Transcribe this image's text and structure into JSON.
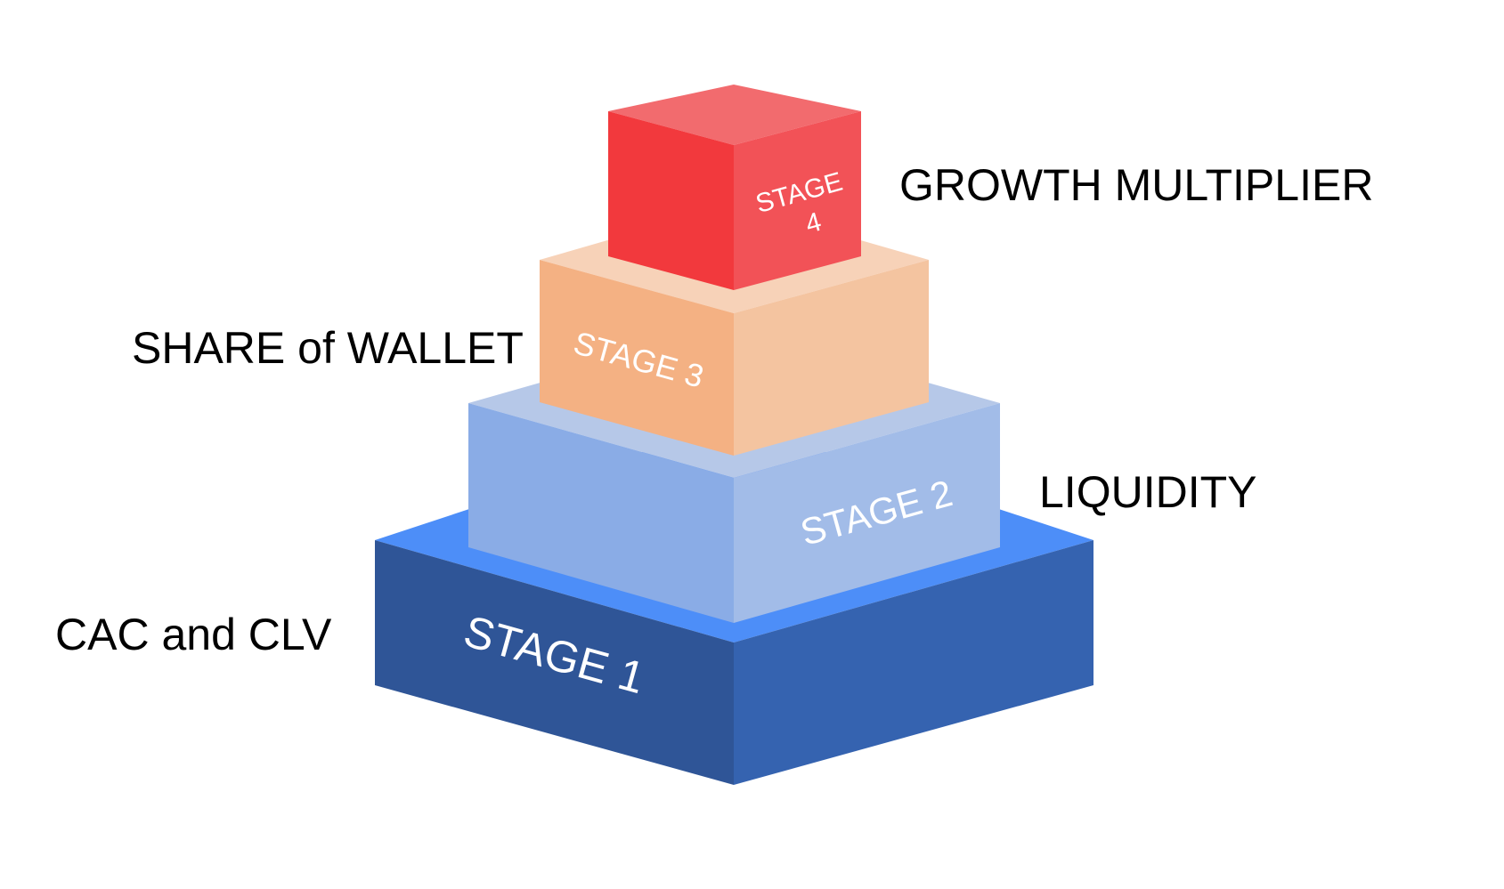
{
  "stages": [
    {
      "label": "STAGE 1",
      "side_label": "CAC and CLV",
      "colors": {
        "top": "#4d8ef8",
        "left": "#2f5597",
        "right": "#3563b0"
      }
    },
    {
      "label": "STAGE 2",
      "side_label": "LIQUIDITY",
      "colors": {
        "top": "#b6c8e8",
        "left": "#8aace6",
        "right": "#a2bce8"
      }
    },
    {
      "label": "STAGE 3",
      "side_label": "SHARE of WALLET",
      "colors": {
        "top": "#f7d2b8",
        "left": "#f4b183",
        "right": "#f4c4a0"
      }
    },
    {
      "label_line1": "STAGE",
      "label_line2": "4",
      "side_label": "GROWTH MULTIPLIER",
      "colors": {
        "top": "#f26b6e",
        "left": "#f2393d",
        "right": "#f25257"
      }
    }
  ]
}
